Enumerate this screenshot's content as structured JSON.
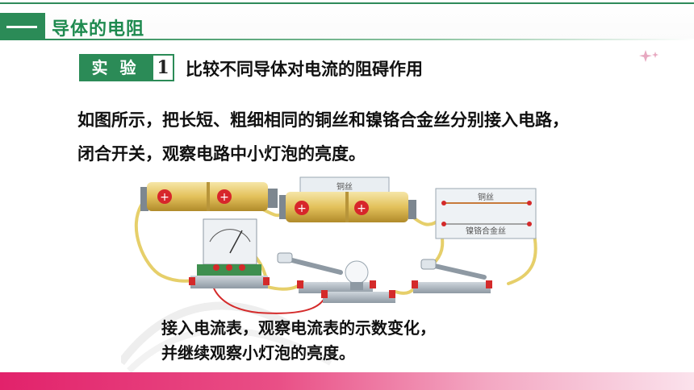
{
  "header": {
    "section_title": "导体的电阻"
  },
  "experiment": {
    "label": "实 验",
    "number": "1",
    "title": "比较不同导体对电流的阻碍作用"
  },
  "body": {
    "line1": "如图所示，把长短、粗细相同的铜丝和镍铬合金丝分别接入电路，",
    "line2": "闭合开关，观察电路中小灯泡的亮度。"
  },
  "figure": {
    "board_top_label": "铜丝",
    "board_right_label_1": "铜丝",
    "board_right_label_2": "镍铬合金丝"
  },
  "caption": {
    "line1": "接入电流表，观察电流表的示数变化，",
    "line2": "并继续观察小灯泡的亮度。"
  },
  "colors": {
    "accent_green": "#2b8b57",
    "accent_pink": "#e2226b",
    "wire_red": "#d42a2a",
    "wire_yellow": "#e6cf6a"
  }
}
